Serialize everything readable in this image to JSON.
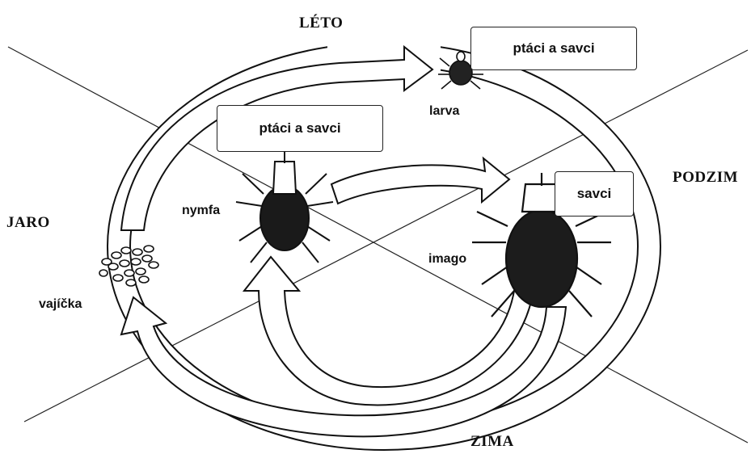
{
  "seasons": {
    "summer": "LÉTO",
    "autumn": "PODZIM",
    "winter": "ZIMA",
    "spring": "JARO"
  },
  "stages": {
    "larva": {
      "label": "larva",
      "host": "ptáci a savci",
      "icon": "tick-larva-icon"
    },
    "nymph": {
      "label": "nymfa",
      "host": "ptáci a savci",
      "icon": "tick-nymph-icon"
    },
    "adult": {
      "label": "imago",
      "host": "savci",
      "icon": "tick-adult-icon"
    },
    "eggs": {
      "label": "vajíčka",
      "icon": "tick-eggs-icon"
    }
  },
  "colors": {
    "ink": "#111111",
    "arrow_fill": "#ffffff",
    "background": "#ffffff"
  }
}
